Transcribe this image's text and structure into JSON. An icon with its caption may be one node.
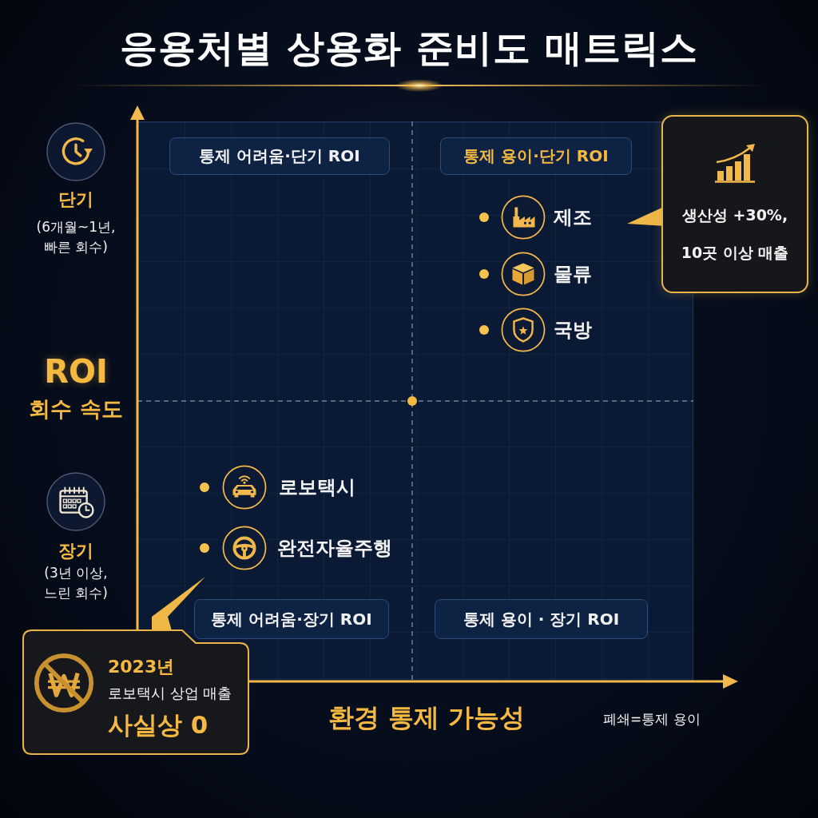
{
  "diagram": {
    "title": "응용처별 상용화 준비도 매트릭스",
    "nodes": [
      {
        "text": [
          "통제 어려움·단기 ROI"
        ]
      },
      {
        "text": [
          "통제 용이·단기 ROI"
        ]
      },
      {
        "text": [
          "통제 어려움·장기 ROI"
        ]
      },
      {
        "text": [
          "통제 용이 · 장기 ROI"
        ]
      },
      {
        "text": [
          "생산성 **+30%**,",
          "10곳 이상 매출"
        ]
      },
      {
        "text": [
          "2023년",
          "로보택시 상업 매출",
          "사실상 0"
        ]
      }
    ],
    "labels": [
      "단기",
      "(6개월~1년, 빠른 회수)",
      "제조",
      "물류",
      "국방",
      "ROI",
      "회수 속도",
      "로보택시",
      "장기",
      "완전자율주행",
      "(3년 이상, 느린 회수)",
      "환경 통제 가능성",
      "폐쇄=통제 용이"
    ]
  }
}
